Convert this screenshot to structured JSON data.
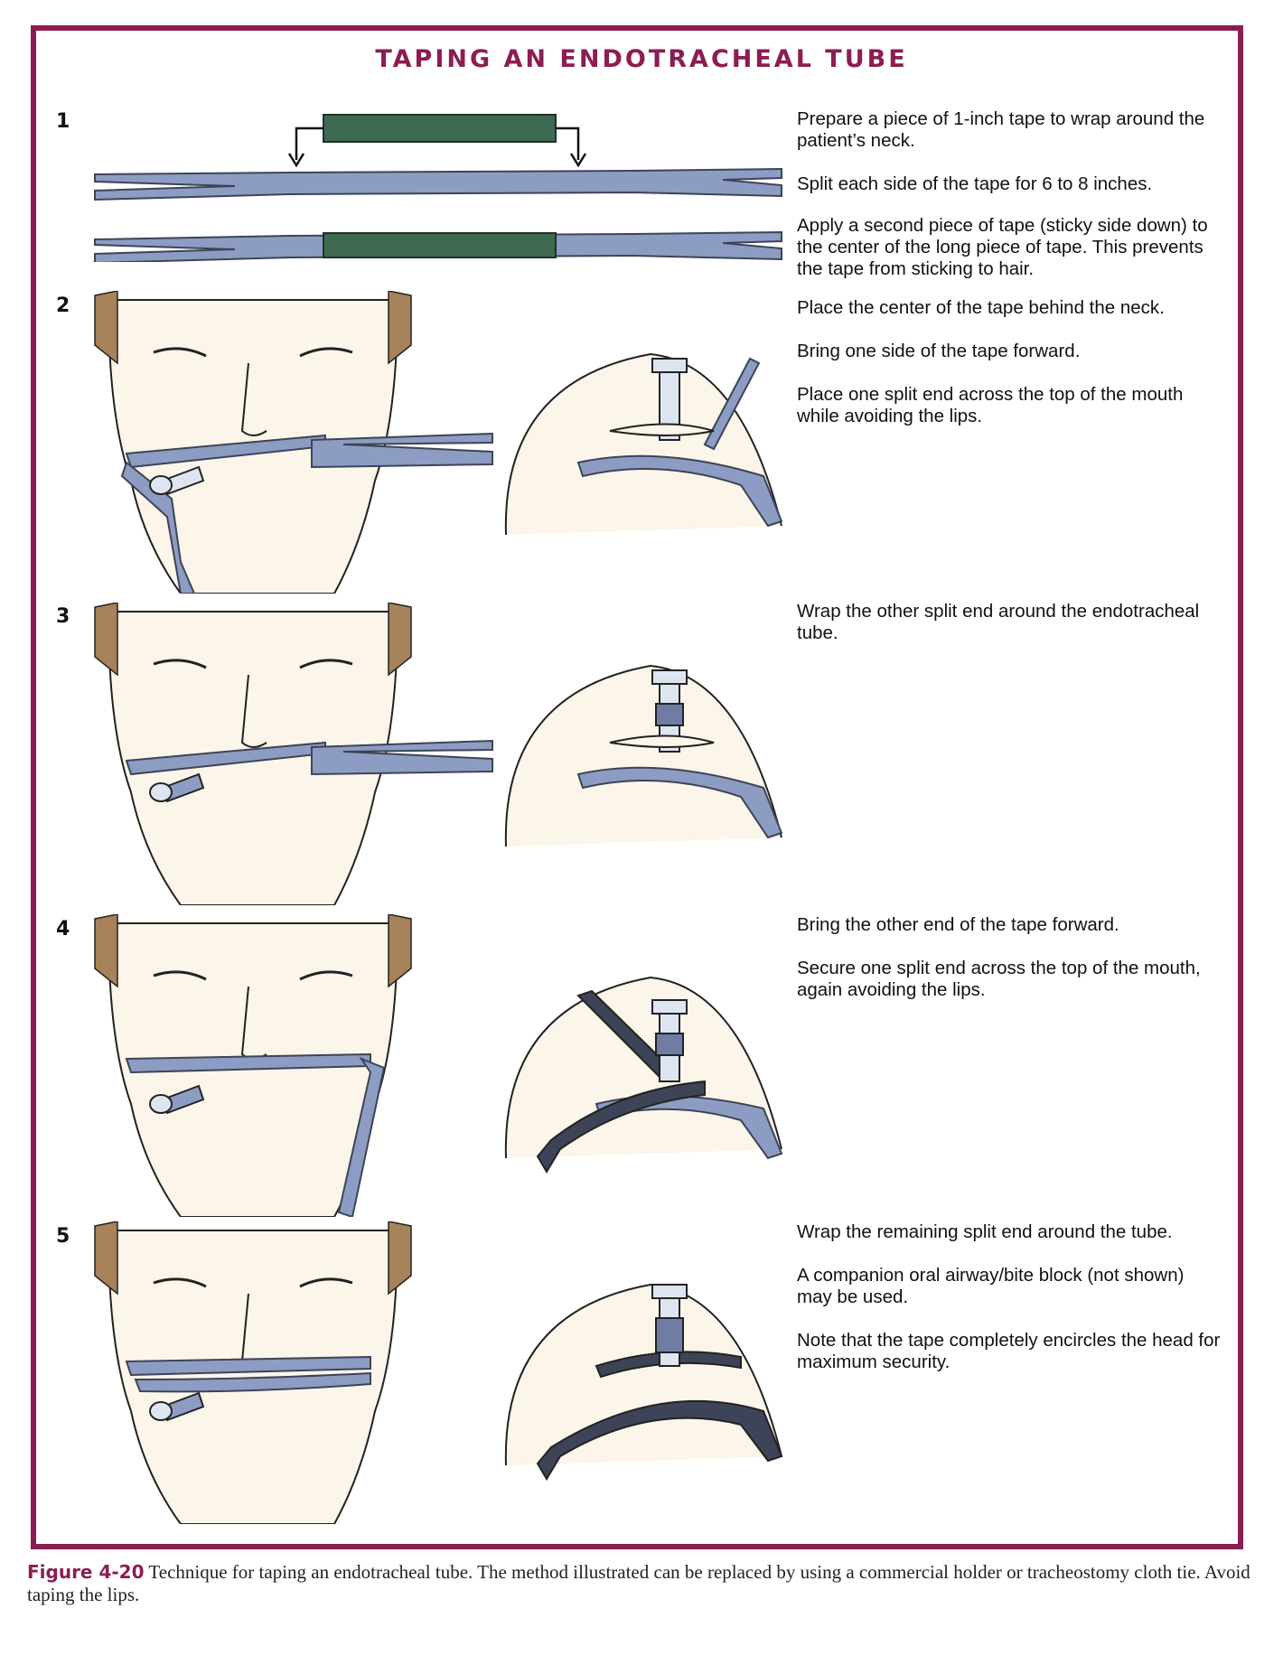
{
  "title": "TAPING AN ENDOTRACHEAL TUBE",
  "colors": {
    "frame": "#8c1d52",
    "tape_blue": "#8d9cc2",
    "tape_green": "#3f6a52",
    "tape_dark": "#3d4457",
    "skin": "#fbf5ea"
  },
  "steps": [
    {
      "number": "1",
      "lines": [
        "Prepare a piece of 1-inch tape to wrap around the patient’s neck.",
        "Split each side of the tape for 6 to 8 inches.",
        "Apply a second piece of tape (sticky side down) to the center of the long piece of tape. This prevents the tape from sticking to hair."
      ]
    },
    {
      "number": "2",
      "lines": [
        "Place the center of the tape behind the neck.",
        "Bring one side of the tape forward.",
        "Place one split end across the top of the mouth while avoiding the lips."
      ]
    },
    {
      "number": "3",
      "lines": [
        "Wrap the other split end around the endotracheal tube."
      ]
    },
    {
      "number": "4",
      "lines": [
        "Bring the other end of the tape forward.",
        "Secure one split end across the top of the mouth, again avoiding the lips."
      ]
    },
    {
      "number": "5",
      "lines": [
        "Wrap the remaining split end around the tube.",
        "A companion oral airway/bite block (not shown) may be used.",
        "Note that the tape completely encircles the head for maximum security."
      ]
    }
  ],
  "caption": {
    "label": "Figure 4-20",
    "text": "Technique for taping an endotracheal tube. The method illustrated can be replaced by using a commercial holder or tracheostomy cloth tie. Avoid taping the lips."
  }
}
